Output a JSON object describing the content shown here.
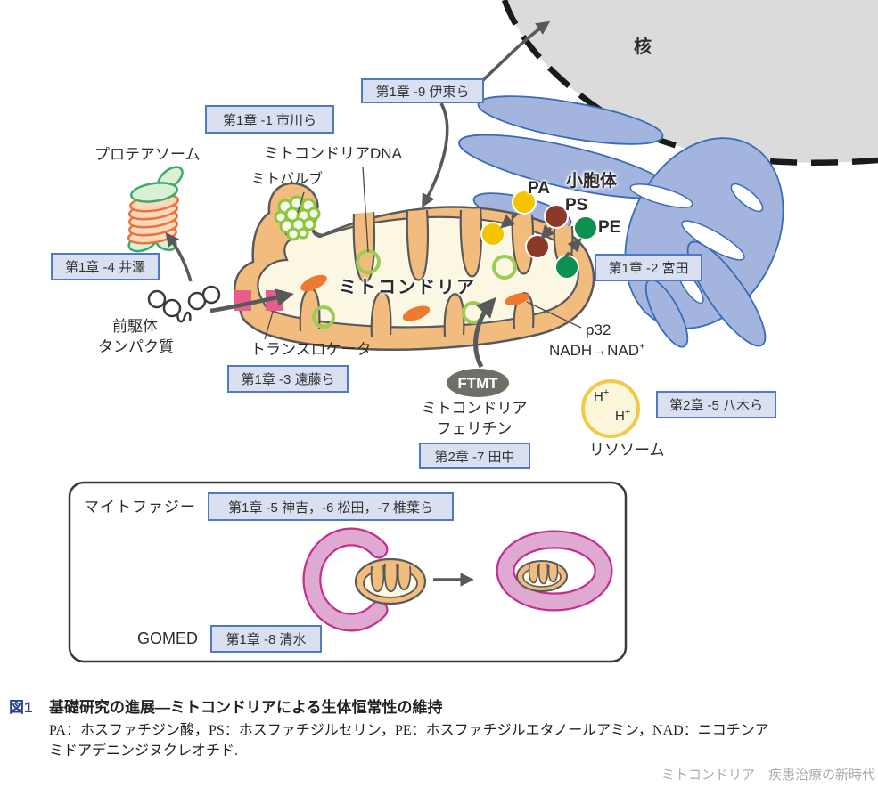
{
  "figure": {
    "fig_number": "図1",
    "title": "基礎研究の進展―ミトコンドリアによる生体恒常性の維持",
    "legend_line1": "PA：ホスファチジン酸，PS：ホスファチジルセリン，PE：ホスファチジルエタノールアミン，NAD：ニコチンア",
    "legend_line2": "ミドアデニンジヌクレオチド.",
    "credit": "ミトコンドリア　疾患治療の新時代"
  },
  "labels": {
    "nucleus": "核",
    "er": "小胞体",
    "mitochondria": "ミトコンドリア",
    "proteasome": "プロテアソーム",
    "mito_dna": "ミトコンドリアDNA",
    "mitoball": "ミトバルブ",
    "precursor_line1": "前駆体",
    "precursor_line2": "タンパク質",
    "translocator": "トランスロケータ",
    "pa": "PA",
    "ps": "PS",
    "pe": "PE",
    "p32": "p32",
    "nadh_base": "NADH→NAD",
    "nadh_sup": "+",
    "ftmt": "FTMT",
    "ferritin_line1": "ミトコンドリア",
    "ferritin_line2": "フェリチン",
    "h_base": "H",
    "h_sup": "+",
    "lysosome": "リソソーム",
    "mitophagy": "マイトファジー",
    "gomed": "GOMED"
  },
  "chapter_boxes": [
    {
      "label": "第1章 -9 伊東ら"
    },
    {
      "label": "第1章 -1 市川ら"
    },
    {
      "label": "第1章 -4 井澤"
    },
    {
      "label": "第1章 -2 宮田"
    },
    {
      "label": "第1章 -3 遠藤ら"
    },
    {
      "label": "第2章 -7 田中"
    },
    {
      "label": "第2章 -5 八木ら"
    },
    {
      "label": "第1章 -5 神吉，-6 松田，-7 椎葉ら"
    },
    {
      "label": "第1章 -8 清水"
    }
  ],
  "colors": {
    "chapter_box_fill": "#d9e0f2",
    "chapter_box_border": "#4f79c1",
    "er_blue": "#a3b5df",
    "er_outline": "#3a6cb5",
    "nucleus_gray": "#dbdbdb",
    "mito_orange": "#f2bc7e",
    "matrix_cream": "#fbf7e2",
    "nucleoid_green": "#9ccb57",
    "granule_orange": "#ee7930",
    "translocator_pink": "#e75d8b",
    "pa_yellow": "#f5c400",
    "ps_brown": "#8c3a28",
    "pe_green": "#0e9150",
    "ftmt_gray": "#6f6f68",
    "lysosome_fill": "#faf6da",
    "lysosome_border": "#f3c94b",
    "membrane_pink": "#dfa9d2",
    "membrane_magenta": "#c2308f",
    "arrow_gray": "#58595b",
    "fig_number_blue": "#2b3f97"
  }
}
